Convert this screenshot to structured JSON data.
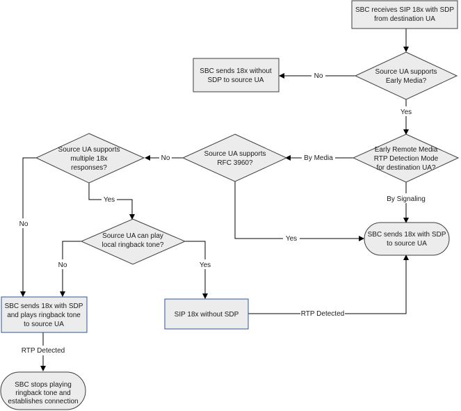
{
  "nodes": {
    "sbc_receives": [
      "SBC receives SIP 18x with SDP",
      "from destination UA"
    ],
    "sbc_sends_no_sdp": [
      "SBC sends 18x without",
      "SDP to source UA"
    ],
    "early_media": [
      "Source UA supports",
      "Early Media?"
    ],
    "detection_mode": [
      "Early Remote Media",
      "RTP Detection Mode",
      "for destination UA?"
    ],
    "rfc3960": [
      "Source UA supports",
      "RFC 3960?"
    ],
    "multiple_18x": [
      "Source UA supports",
      "multiple 18x",
      "responses?"
    ],
    "sends_with_sdp_right": [
      "SBC sends 18x with SDP",
      "to source UA"
    ],
    "local_ringback": [
      "Source UA can play",
      "local ringback tone?"
    ],
    "sends_plays_ringback": [
      "SBC sends 18x with SDP",
      "and plays ringback tone",
      "to source UA"
    ],
    "sip_18x_no_sdp": [
      "SIP 18x without SDP"
    ],
    "stops_ringback": [
      "SBC stops playing",
      "ringback tone and",
      "establishes connection"
    ]
  },
  "edges": {
    "no_1": "No",
    "yes_1": "Yes",
    "by_media": "By Media",
    "by_signaling": "By Signaling",
    "no_2": "No",
    "yes_2": "Yes",
    "no_3": "No",
    "yes_3": "Yes",
    "no_4": "No",
    "yes_4": "Yes",
    "rtp_detected_1": "RTP Detected",
    "rtp_detected_2": "RTP Detected"
  }
}
